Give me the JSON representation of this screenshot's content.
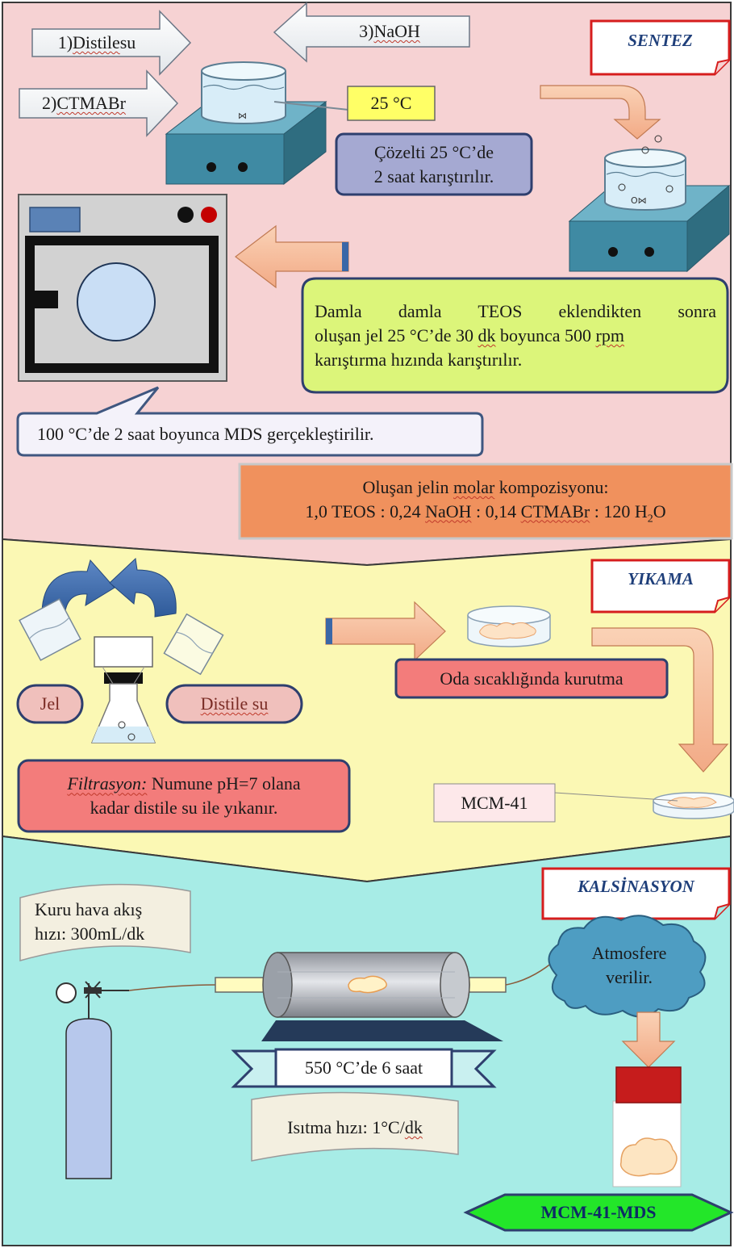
{
  "sentez": {
    "tag": "SENTEZ",
    "step1": "1) ",
    "step1_word": "Distile",
    "step1_tail": " su",
    "step2": "2) ",
    "step2_word": "CTMABr",
    "step3": "3) ",
    "step3_word": "NaOH",
    "temp": "25 °C",
    "stir_line1": "Çözelti 25 °C’de",
    "stir_line2": "2 saat karıştırılır.",
    "teos_line1": "Damla damla TEOS eklendikten sonra",
    "teos_line2_a": "oluşan jel 25 °C’de 30 ",
    "teos_line2_dk": "dk",
    "teos_line2_b": " boyunca 500 ",
    "teos_line2_rpm": "rpm",
    "teos_line3": "karıştırma hızında karıştırılır.",
    "mds": "100 °C’de 2 saat boyunca MDS gerçekleştirilir.",
    "molar_title_a": "Oluşan jelin ",
    "molar_title_b": "molar",
    "molar_title_c": " kompozisyonu:",
    "molar_line_a": "1,0 TEOS : 0,24 ",
    "molar_line_naoh": "NaOH",
    "molar_line_b": " : 0,14 ",
    "molar_line_ctmabr": "CTMABr",
    "molar_line_c": " : 120 H",
    "molar_line_sub": "2",
    "molar_line_d": "O"
  },
  "yikama": {
    "tag": "YIKAMA",
    "jel": "Jel",
    "distile_su": "Distile su",
    "kurutma": "Oda sıcaklığında kurutma",
    "filtre_italic": "Filtrasyon:",
    "filtre_line1": " Numune pH=7 olana",
    "filtre_line2": "kadar distile su ile yıkanır.",
    "mcm41": "MCM-41"
  },
  "kalsinasyon": {
    "tag": "KALSİNASYON",
    "air_line1": "Kuru hava akış",
    "air_line2": "hızı: 300mL/dk",
    "atmosfer_line1": "Atmosfere",
    "atmosfer_line2": "verilir.",
    "oven": "550 °C’de 6 saat",
    "heating_a": "Isıtma hızı: 1°C/",
    "heating_dk": "dk",
    "product": "MCM-41-MDS"
  },
  "colors": {
    "sentez_bg": "#f6d2d3",
    "yikama_bg": "#fbf8b4",
    "kalsinasyon_bg": "#a7ece6",
    "stirrer": "#3f7f95",
    "lavender_box": "#a5a9d2",
    "lime_box": "#dcf57a",
    "orange_box": "#f0915d",
    "pink_box": "#f37c7b",
    "product_green": "#23e629"
  }
}
